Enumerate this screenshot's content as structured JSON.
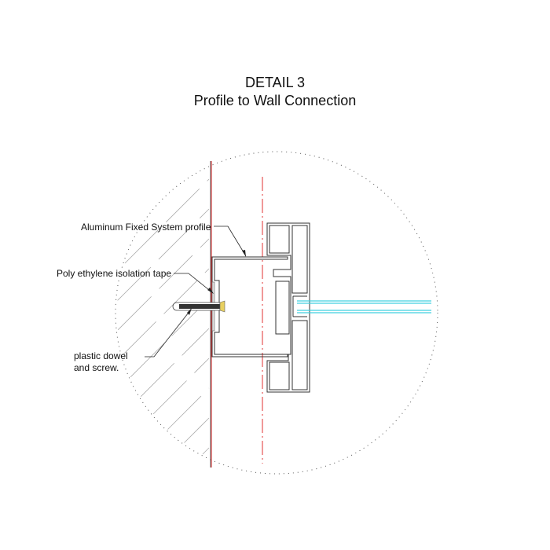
{
  "title": "DETAIL 3",
  "subtitle": "Profile to Wall Connection",
  "labels": {
    "profile": "Aluminum Fixed System profile",
    "tape": "Poly ethylene isolation tape",
    "dowel_line1": "plastic dowel",
    "dowel_line2": "and screw."
  },
  "colors": {
    "axis": "#e03030",
    "glass": "#40d0e0",
    "line": "#333333",
    "screw_head": "#e8d060"
  }
}
